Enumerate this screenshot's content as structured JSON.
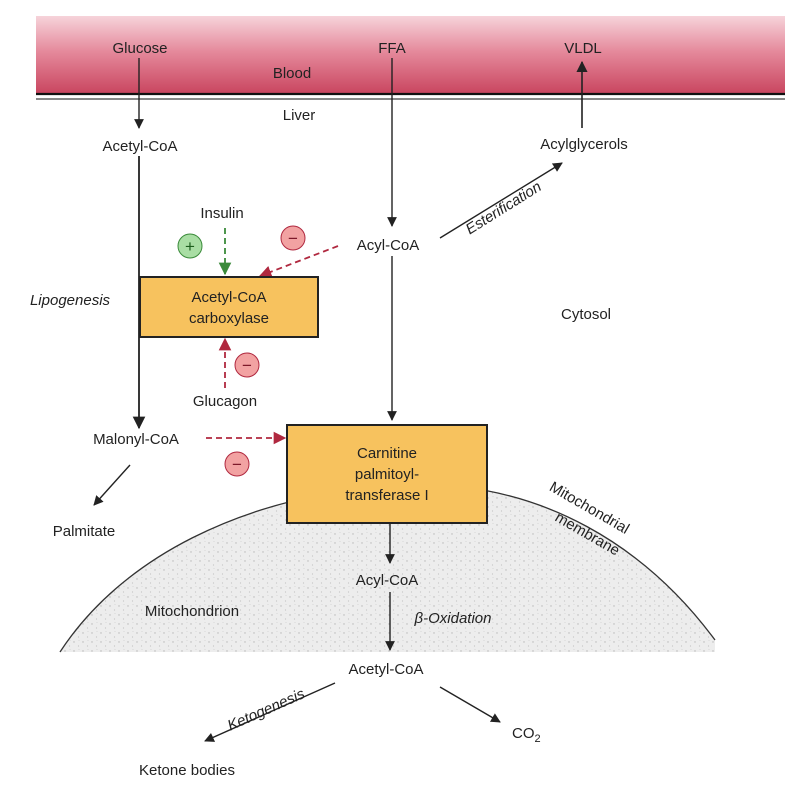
{
  "blood_band": {
    "label": "Blood",
    "inputs": [
      "Glucose",
      "FFA"
    ],
    "output": "VLDL"
  },
  "liver_label": "Liver",
  "nodes": {
    "acetyl_coa_top": "Acetyl-CoA",
    "acylglycerols": "Acylglycerols",
    "acyl_coa_cytosol": "Acyl-CoA",
    "insulin": "Insulin",
    "glucagon": "Glucagon",
    "malonyl_coa": "Malonyl-CoA",
    "palmitate": "Palmitate",
    "acyl_coa_mito": "Acyl-CoA",
    "acetyl_coa_mito": "Acetyl-CoA",
    "co2_main": "CO",
    "co2_sub": "2",
    "ketone_bodies": "Ketone bodies"
  },
  "enzymes": {
    "acc_line1": "Acetyl-CoA",
    "acc_line2": "carboxylase",
    "cpt_line1": "Carnitine",
    "cpt_line2": "palmitoyl-",
    "cpt_line3": "transferase I"
  },
  "processes": {
    "lipogenesis": "Lipogenesis",
    "esterification": "Esterification",
    "beta_oxidation": "β-Oxidation",
    "ketogenesis": "Ketogenesis"
  },
  "compartments": {
    "cytosol": "Cytosol",
    "mitochondrion": "Mitochondrion",
    "membrane_line1": "Mitochondrial",
    "membrane_line2": "membrane"
  },
  "signs": {
    "plus": "+",
    "minus": "−"
  },
  "colors": {
    "blood_dark": "#c9455f",
    "blood_light": "#f6d6dc",
    "enzyme_fill": "#f7c25e",
    "activation": "#3a8a3a",
    "plus_fill": "#a9dea4",
    "inhibition": "#b0283f",
    "minus_fill": "#f2a2a2",
    "mito_fill": "#ececec"
  }
}
